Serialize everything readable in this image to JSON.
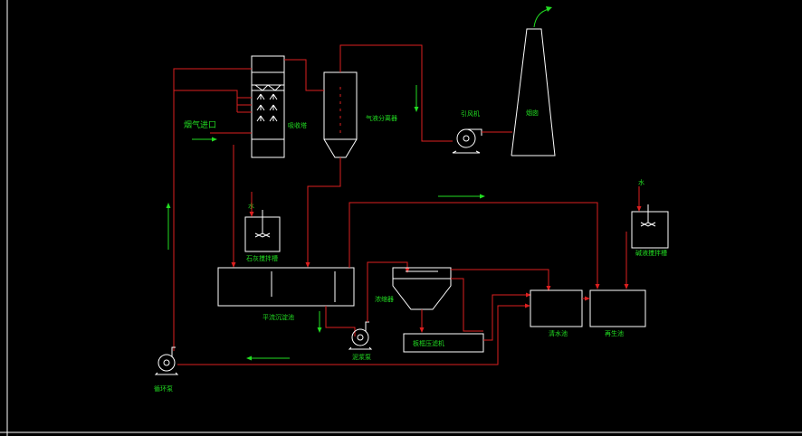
{
  "diagram": {
    "labels": {
      "flue_gas_inlet": "烟气进口",
      "absorption_tower": "吸收塔",
      "gas_liquid_separator": "气液分离器",
      "induced_draft_fan": "引风机",
      "chimney": "烟囱",
      "water_left": "水",
      "water_right": "水",
      "lime_mixing_tank": "石灰搅拌槽",
      "alkali_mixing_tank": "碱液搅拌槽",
      "settling_tank": "平流沉淀池",
      "thickener": "浓缩器",
      "sludge_pump": "泥浆泵",
      "sludge_filter_press": "板框压滤机",
      "circulation_pump": "循环泵",
      "clear_water_tank": "清水池",
      "regeneration_tank": "再生池"
    },
    "colors": {
      "background": "#000000",
      "equipment": "#ffffff",
      "pipe": "#dd1f1f",
      "text_and_arrows": "#22dd22"
    }
  }
}
